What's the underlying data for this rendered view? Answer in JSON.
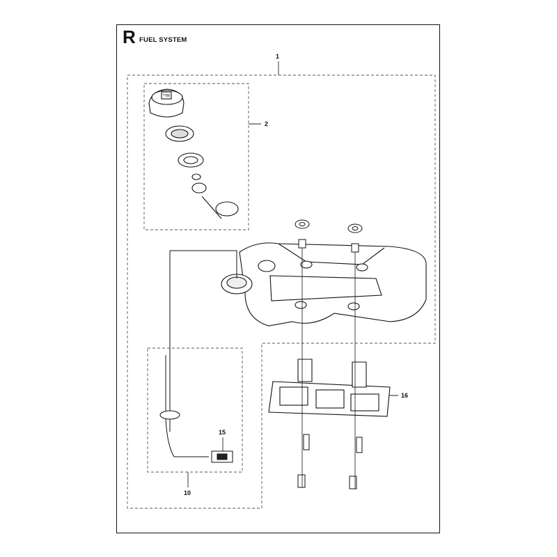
{
  "section": {
    "letter": "R",
    "title": "FUEL SYSTEM"
  },
  "callouts": {
    "c1": "1",
    "c2": "2",
    "c10": "10",
    "c15": "15",
    "c16": "16"
  }
}
